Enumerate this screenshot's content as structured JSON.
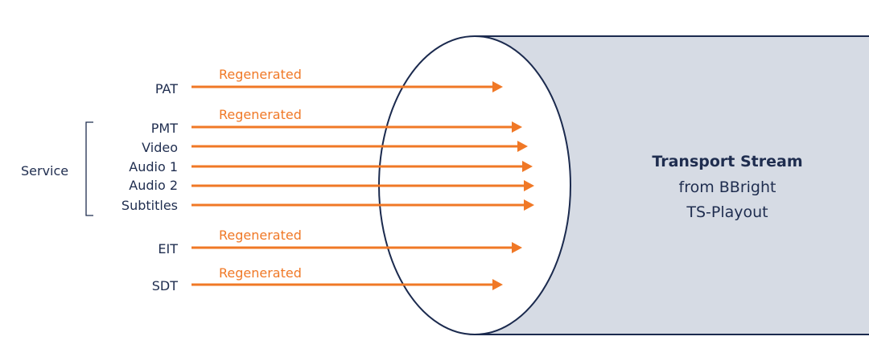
{
  "colors": {
    "accent": "#f07826",
    "text": "#1f2d4f",
    "tube_fill": "#d6dbe4",
    "outline": "#1b2a4e"
  },
  "group_label": "Service",
  "streams": [
    {
      "label": "PAT",
      "note": "Regenerated",
      "in_service": false
    },
    {
      "label": "PMT",
      "note": "Regenerated",
      "in_service": true
    },
    {
      "label": "Video",
      "note": "",
      "in_service": true
    },
    {
      "label": "Audio 1",
      "note": "",
      "in_service": true
    },
    {
      "label": "Audio 2",
      "note": "",
      "in_service": true
    },
    {
      "label": "Subtitles",
      "note": "",
      "in_service": true
    },
    {
      "label": "EIT",
      "note": "Regenerated",
      "in_service": false
    },
    {
      "label": "SDT",
      "note": "Regenerated",
      "in_service": false
    }
  ],
  "transport_stream": {
    "title": "Transport Stream",
    "line1": "from BBright",
    "line2": "TS-Playout"
  }
}
